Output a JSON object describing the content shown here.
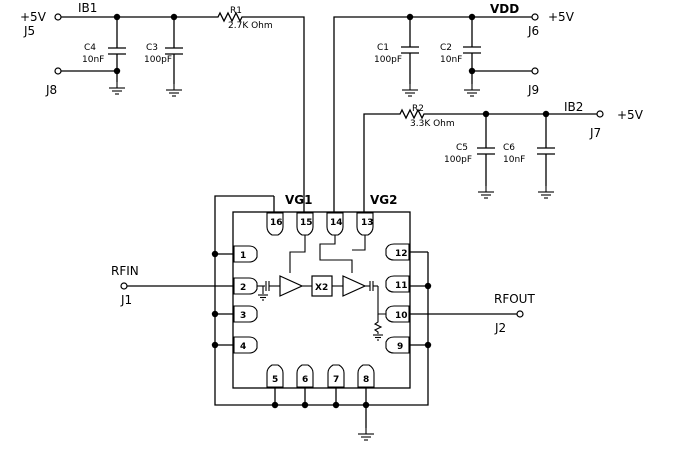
{
  "labels": {
    "plus5v": "+5V",
    "ib1": "IB1",
    "ib2": "IB2",
    "vdd": "VDD",
    "vg1": "VG1",
    "vg2": "VG2",
    "rfin": "RFIN",
    "rfout": "RFOUT",
    "x2": "X2"
  },
  "connectors": {
    "j1": "J1",
    "j2": "J2",
    "j5": "J5",
    "j6": "J6",
    "j7": "J7",
    "j8": "J8",
    "j9": "J9"
  },
  "components": {
    "r1": {
      "ref": "R1",
      "value": "2.7K Ohm"
    },
    "r2": {
      "ref": "R2",
      "value": "3.3K Ohm"
    },
    "c1": {
      "ref": "C1",
      "value": "100pF"
    },
    "c2": {
      "ref": "C2",
      "value": "10nF"
    },
    "c3": {
      "ref": "C3",
      "value": "100pF"
    },
    "c4": {
      "ref": "C4",
      "value": "10nF"
    },
    "c5": {
      "ref": "C5",
      "value": "100pF"
    },
    "c6": {
      "ref": "C6",
      "value": "10nF"
    }
  },
  "pins": [
    "1",
    "2",
    "3",
    "4",
    "5",
    "6",
    "7",
    "8",
    "9",
    "10",
    "11",
    "12",
    "13",
    "14",
    "15",
    "16"
  ]
}
